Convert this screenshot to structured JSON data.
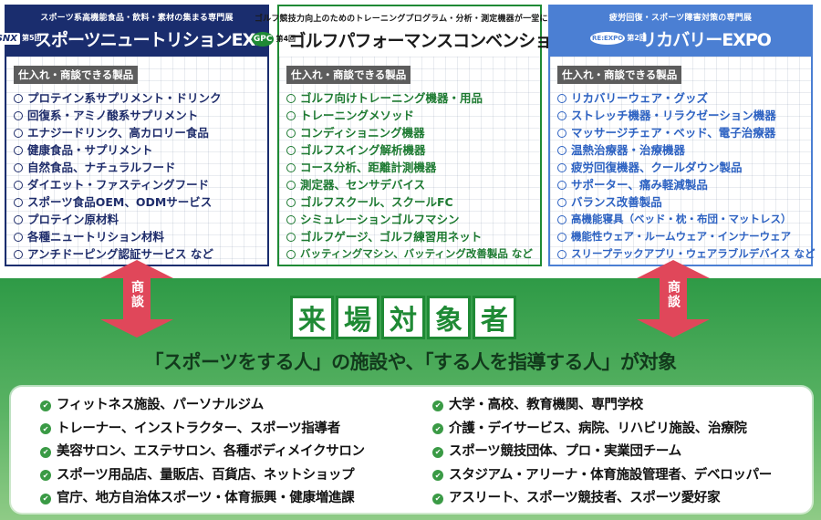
{
  "panels": {
    "snx": {
      "tagline": "スポーツ系高機能食品・飲料・素材の集まる専門展",
      "logo": "SNX",
      "edition": "第5回",
      "title": "スポーツニュートリションEXPO",
      "section_label": "仕入れ・商談できる製品",
      "items": [
        "プロテイン系サプリメント・ドリンク",
        "回復系・アミノ酸系サプリメント",
        "エナジードリンク、高カロリー食品",
        "健康食品・サプリメント",
        "自然食品、ナチュラルフード",
        "ダイエット・ファスティングフード",
        "スポーツ食品OEM、ODMサービス",
        "プロテイン原材料",
        "各種ニュートリション材料",
        "アンチドーピング認証サービス など"
      ],
      "color": "#1a2d6e"
    },
    "gpc": {
      "tagline": "ゴルフ競技力向上のためのトレーニングプログラム・分析・測定機器が一堂に集結",
      "logo": "GPC",
      "edition": "第4回",
      "title": "ゴルフパフォーマンスコンベンション",
      "section_label": "仕入れ・商談できる製品",
      "items": [
        "ゴルフ向けトレーニング機器・用品",
        "トレーニングメソッド",
        "コンディショニング機器",
        "ゴルフスイング解析機器",
        "コース分析、距離計測機器",
        "測定器、センサデバイス",
        "ゴルフスクール、スクールFC",
        "シミュレーションゴルフマシン",
        "ゴルフゲージ、ゴルフ練習用ネット",
        "バッティングマシン、バッティング改善製品 など"
      ],
      "color": "#1f8a35"
    },
    "rec": {
      "tagline": "疲労回復・スポーツ障害対策の専門展",
      "logo": "RE:EXPO",
      "edition": "第2回",
      "title": "リカバリーEXPO",
      "section_label": "仕入れ・商談できる製品",
      "items": [
        "リカバリーウェア・グッズ",
        "ストレッチ機器・リラクゼーション機器",
        "マッサージチェア・ベッド、電子治療器",
        "温熱治療器・治療機器",
        "疲労回復機器、クールダウン製品",
        "サポーター、痛み軽減製品",
        "バランス改善製品",
        "高機能寝具（ベッド・枕・布団・マットレス）",
        "機能性ウェア・ルームウェア・インナーウェア",
        "スリープテックアプリ・ウェアラブルデバイス など"
      ],
      "color": "#4b7fd3"
    }
  },
  "arrows": {
    "left_label": "商談",
    "right_label": "商談",
    "color": "#e0475a"
  },
  "visitors": {
    "title_chars": [
      "来",
      "場",
      "対",
      "象",
      "者"
    ],
    "subtitle": "「スポーツをする人」の施設や、「する人を指導する人」が対象",
    "left": [
      "フィットネス施設、パーソナルジム",
      "トレーナー、インストラクター、スポーツ指導者",
      "美容サロン、エステサロン、各種ボディメイクサロン",
      "スポーツ用品店、量販店、百貨店、ネットショップ",
      "官庁、地方自治体スポーツ・体育振興・健康増進課"
    ],
    "right": [
      "大学・高校、教育機関、専門学校",
      "介護・デイサービス、病院、リハビリ施設、治療院",
      "スポーツ競技団体、プロ・実業団チーム",
      "スタジアム・アリーナ・体育施設管理者、デベロッパー",
      "アスリート、スポーツ競技者、スポーツ愛好家"
    ],
    "check_icon": "check-circle-icon",
    "accent": "#1f8a35"
  }
}
